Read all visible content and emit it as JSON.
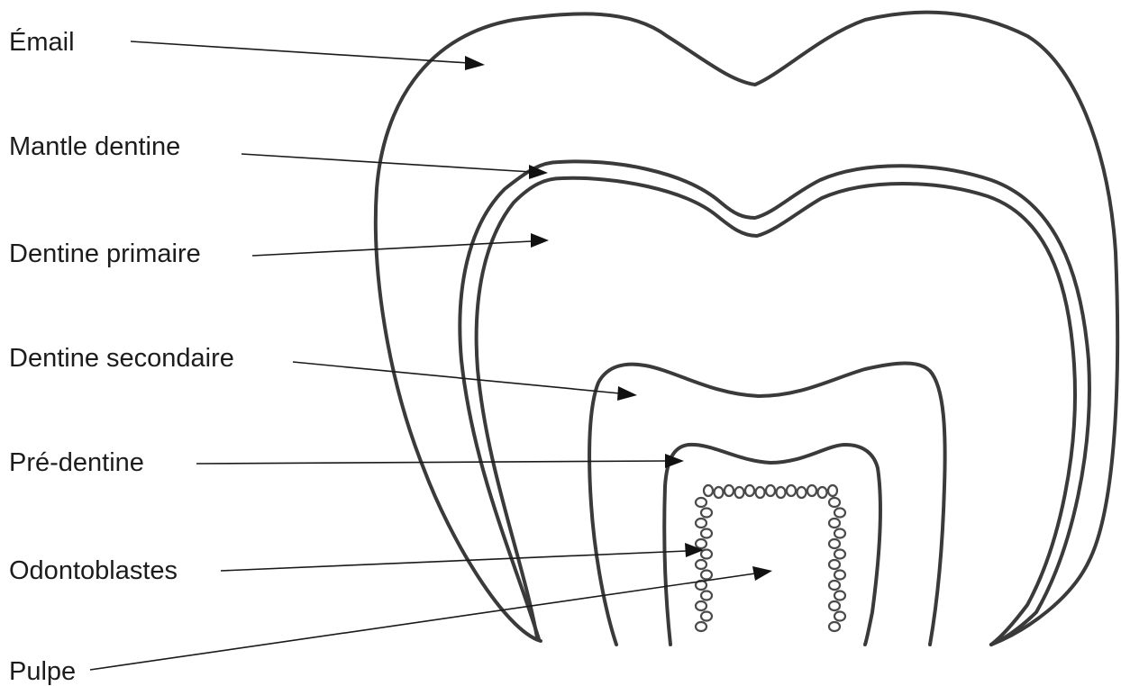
{
  "labels": {
    "email": "Émail",
    "mantle_dentine": "Mantle dentine",
    "dentine_primaire": "Dentine primaire",
    "dentine_secondaire": "Dentine secondaire",
    "pre_dentine": "Pré-dentine",
    "odontoblastes": "Odontoblastes",
    "pulpe": "Pulpe"
  },
  "colors": {
    "ink": "#1c1c1c",
    "outline": "#3a3a3a",
    "background": "#ffffff"
  }
}
